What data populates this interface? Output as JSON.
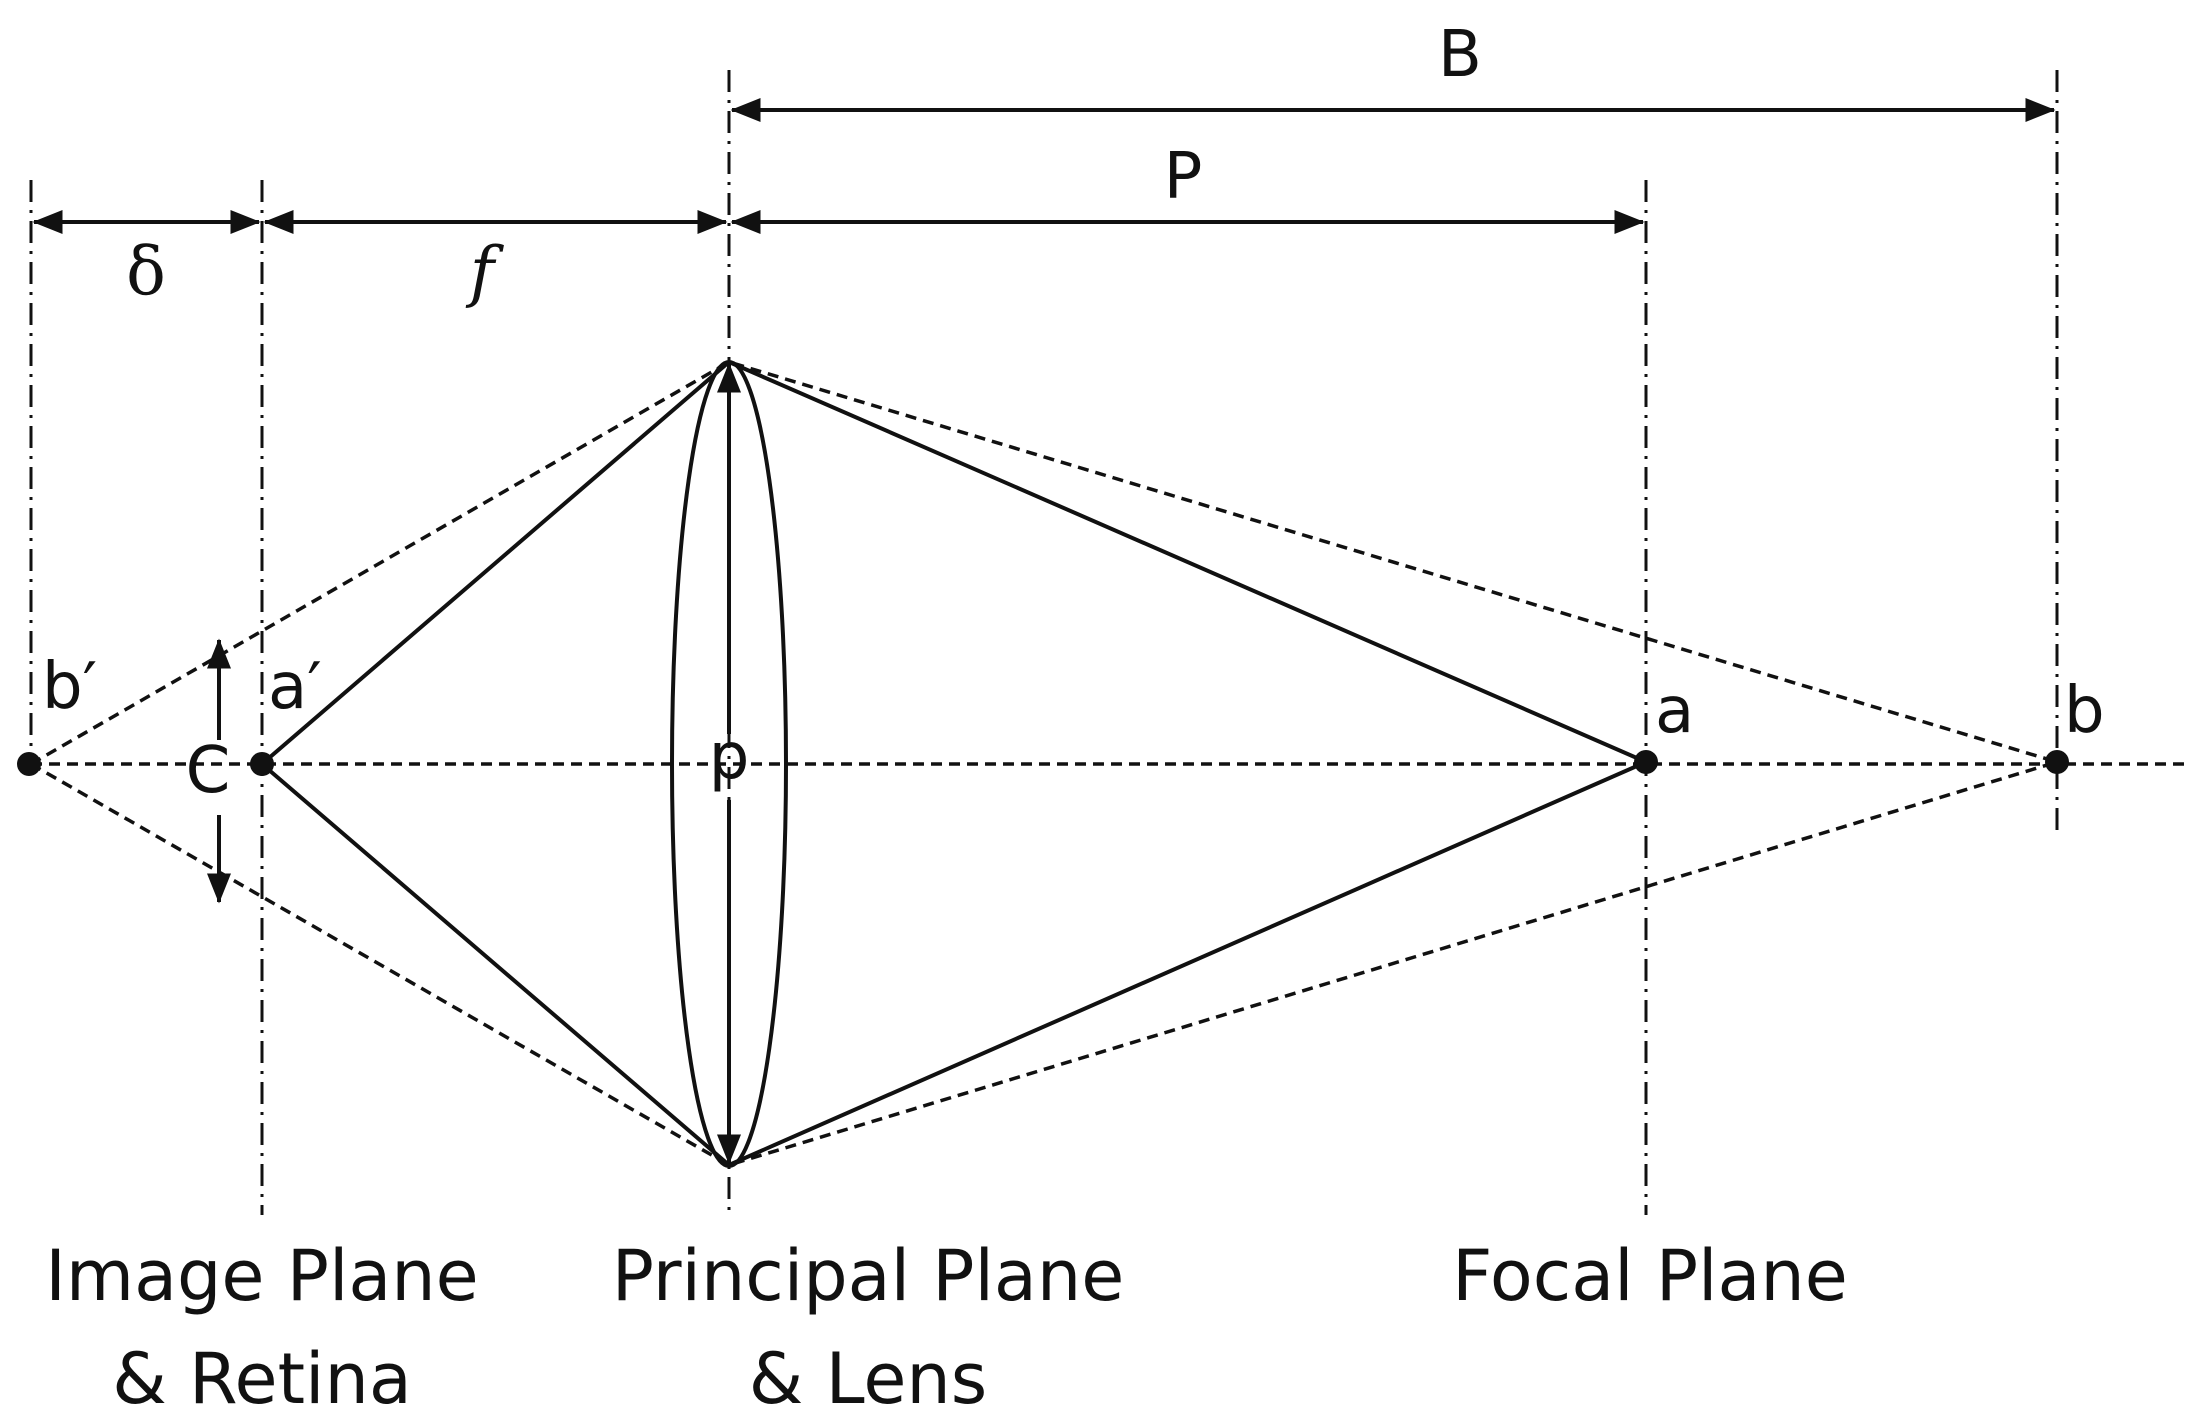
{
  "dimensions": {
    "delta": "δ",
    "f": "f",
    "P": "P",
    "B": "B",
    "C": "C",
    "p": "p"
  },
  "points": {
    "b_prime": "b′",
    "a_prime": "a′",
    "a": "a",
    "b": "b"
  },
  "planes": {
    "image_plane_line1": "Image Plane",
    "image_plane_line2": "& Retina",
    "principal_plane_line1": "Principal Plane",
    "principal_plane_line2": "& Lens",
    "focal_plane": "Focal Plane"
  }
}
